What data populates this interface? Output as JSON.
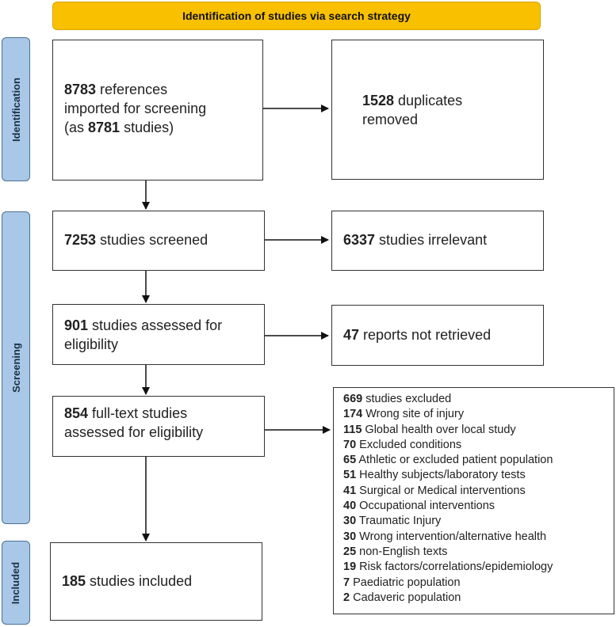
{
  "banner": "Identification of studies via search strategy",
  "phases": {
    "identification": "Identification",
    "screening": "Screening",
    "included": "Included"
  },
  "boxes": {
    "imported": {
      "n1": "8783",
      "t1": " references",
      "t2": "imported for screening",
      "t3a": "(as ",
      "n2": "8781",
      "t3b": " studies)"
    },
    "duplicates": {
      "n": "1528",
      "t1": " duplicates",
      "t2": "removed"
    },
    "screened": {
      "n": "7253",
      "t": " studies screened"
    },
    "irrelevant": {
      "n": "6337",
      "t": " studies irrelevant"
    },
    "assessed": {
      "n": "901",
      "t1": " studies assessed for",
      "t2": "eligibility"
    },
    "not_retrieved": {
      "n": "47",
      "t": " reports not retrieved"
    },
    "fulltext": {
      "n": "854",
      "t1": " full-text studies",
      "t2": "assessed for eligibility"
    },
    "included": {
      "n": "185",
      "t": " studies included"
    }
  },
  "exclusions": [
    {
      "n": "669",
      "label": " studies excluded"
    },
    {
      "n": "174",
      "label": " Wrong site of injury"
    },
    {
      "n": "115",
      "label": " Global health over local study"
    },
    {
      "n": "70",
      "label": " Excluded conditions"
    },
    {
      "n": "65",
      "label": " Athletic or excluded patient population"
    },
    {
      "n": "51",
      "label": " Healthy subjects/laboratory tests"
    },
    {
      "n": "41",
      "label": " Surgical or Medical interventions"
    },
    {
      "n": "40",
      "label": " Occupational interventions"
    },
    {
      "n": "30",
      "label": " Traumatic Injury"
    },
    {
      "n": "30",
      "label": " Wrong intervention/alternative health"
    },
    {
      "n": "25",
      "label": " non-English texts"
    },
    {
      "n": "19",
      "label": " Risk factors/correlations/epidemiology"
    },
    {
      "n": "7",
      "label": " Paediatric population"
    },
    {
      "n": "2",
      "label": " Cadaveric population"
    }
  ],
  "colors": {
    "banner": "#f9c000",
    "phase_fill": "#a9c8e8",
    "phase_border": "#4a6f94",
    "box_border": "#333333"
  }
}
